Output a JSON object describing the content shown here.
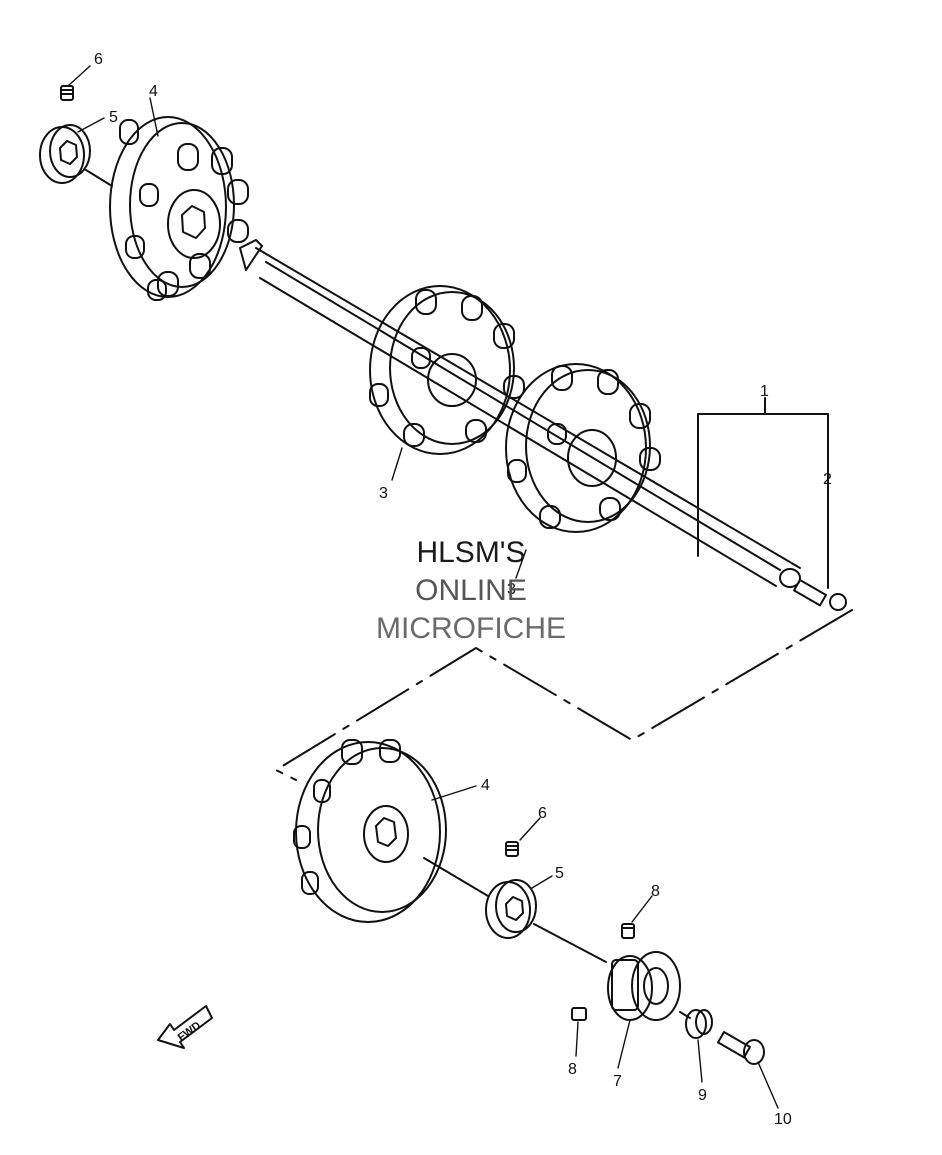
{
  "callouts": {
    "c1": "1",
    "c2": "2",
    "c3a": "3",
    "c3b": "3",
    "c4a": "4",
    "c4b": "4",
    "c5a": "5",
    "c5b": "5",
    "c6a": "6",
    "c6b": "6",
    "c7": "7",
    "c8a": "8",
    "c8b": "8",
    "c9": "9",
    "c10": "10"
  },
  "watermark": {
    "line1": "HLSM'S",
    "line2": "ONLINE",
    "line3": "MICROFICHE"
  },
  "fwd_label": "FWD"
}
